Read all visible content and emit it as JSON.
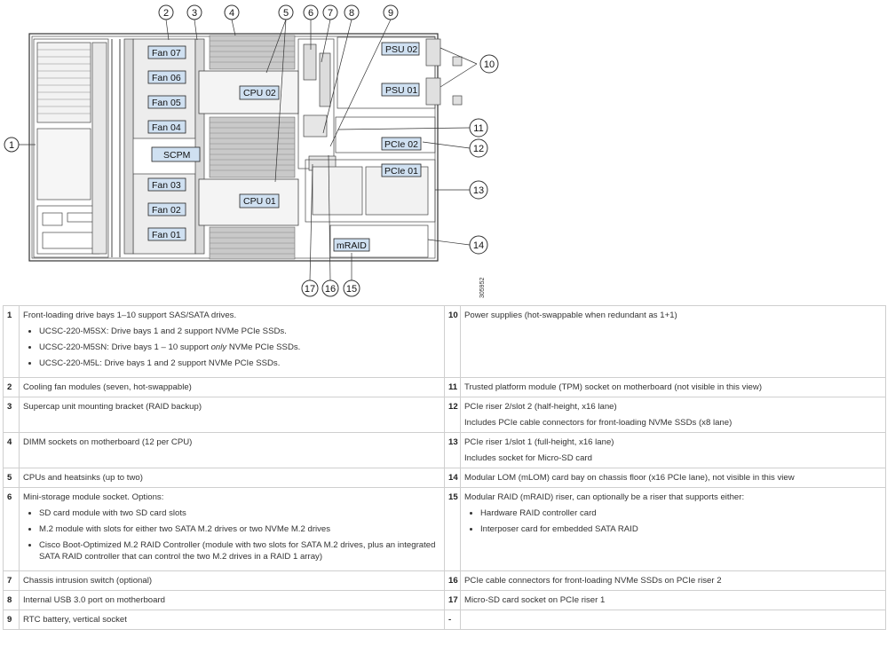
{
  "diagram": {
    "callouts": [
      "1",
      "2",
      "3",
      "4",
      "5",
      "6",
      "7",
      "8",
      "9",
      "10",
      "11",
      "12",
      "13",
      "14",
      "15",
      "16",
      "17"
    ],
    "labels": {
      "fan07": "Fan 07",
      "fan06": "Fan 06",
      "fan05": "Fan 05",
      "fan04": "Fan 04",
      "scpm": "SCPM",
      "fan03": "Fan 03",
      "fan02": "Fan 02",
      "fan01": "Fan 01",
      "cpu02": "CPU 02",
      "cpu01": "CPU 01",
      "psu02": "PSU 02",
      "psu01": "PSU 01",
      "pcie02": "PCIe 02",
      "pcie01": "PCIe 01",
      "mraid": "mRAID"
    },
    "figure_id": "305952"
  },
  "legend": [
    {
      "left": {
        "num": "1",
        "text": "Front-loading drive bays 1–10 support SAS/SATA drives.",
        "bullets": [
          {
            "pre": "UCSC-220-M5SX: Drive bays 1 and 2 support NVMe PCIe SSDs.",
            "em": "",
            "post": ""
          },
          {
            "pre": "UCSC-220-M5SN: Drive bays 1 – 10 support ",
            "em": "only",
            "post": " NVMe PCIe SSDs."
          },
          {
            "pre": "UCSC-220-M5L: Drive bays 1 and 2 support NVMe PCIe SSDs.",
            "em": "",
            "post": ""
          }
        ]
      },
      "right": {
        "num": "10",
        "text": "Power supplies (hot-swappable when redundant as 1+1)"
      }
    },
    {
      "left": {
        "num": "2",
        "text": "Cooling fan modules (seven, hot-swappable)"
      },
      "right": {
        "num": "11",
        "text": "Trusted platform module (TPM) socket on motherboard (not visible in this view)"
      }
    },
    {
      "left": {
        "num": "3",
        "text": "Supercap unit mounting bracket (RAID backup)"
      },
      "right": {
        "num": "12",
        "text": "PCIe riser 2/slot 2 (half-height, x16 lane)",
        "sub": "Includes PCIe cable connectors for front-loading NVMe SSDs (x8 lane)"
      }
    },
    {
      "left": {
        "num": "4",
        "text": "DIMM sockets on motherboard (12 per CPU)"
      },
      "right": {
        "num": "13",
        "text": "PCIe riser 1/slot 1 (full-height, x16 lane)",
        "sub": "Includes socket for Micro-SD card"
      }
    },
    {
      "left": {
        "num": "5",
        "text": "CPUs and heatsinks (up to two)"
      },
      "right": {
        "num": "14",
        "text": "Modular LOM (mLOM) card bay on chassis floor (x16 PCIe lane), not visible in this view"
      }
    },
    {
      "left": {
        "num": "6",
        "text": "Mini-storage module socket. Options:",
        "bullets": [
          {
            "pre": "SD card module with two SD card slots",
            "em": "",
            "post": ""
          },
          {
            "pre": "M.2 module with slots for either two SATA M.2 drives or two NVMe M.2 drives",
            "em": "",
            "post": ""
          },
          {
            "pre": "Cisco Boot-Optimized M.2 RAID Controller (module with two slots for SATA M.2 drives, plus an integrated SATA RAID controller that can control the two M.2 drives in a RAID 1 array)",
            "em": "",
            "post": ""
          }
        ]
      },
      "right": {
        "num": "15",
        "text": "Modular RAID (mRAID) riser, can optionally be a riser that supports either:",
        "bullets": [
          {
            "pre": "Hardware RAID controller card",
            "em": "",
            "post": ""
          },
          {
            "pre": "Interposer card for embedded SATA RAID",
            "em": "",
            "post": ""
          }
        ]
      }
    },
    {
      "left": {
        "num": "7",
        "text": "Chassis intrusion switch (optional)"
      },
      "right": {
        "num": "16",
        "text": "PCIe cable connectors for front-loading NVMe SSDs on PCIe riser 2"
      }
    },
    {
      "left": {
        "num": "8",
        "text": "Internal USB 3.0 port on motherboard"
      },
      "right": {
        "num": "17",
        "text": "Micro-SD card socket on PCIe riser 1"
      }
    },
    {
      "left": {
        "num": "9",
        "text": "RTC battery, vertical socket"
      },
      "right": {
        "num": "-",
        "text": ""
      }
    }
  ]
}
